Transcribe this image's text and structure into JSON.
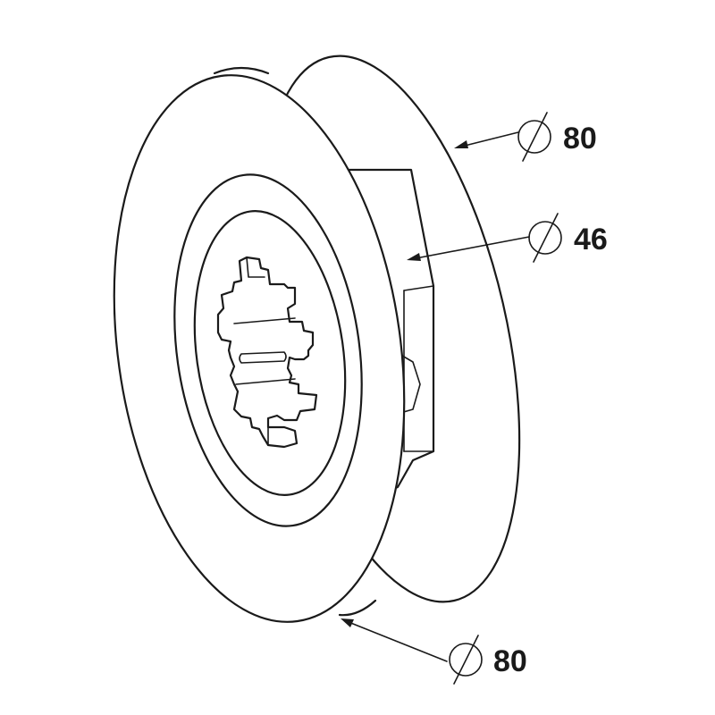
{
  "dimensions": {
    "outer_top": {
      "symbol": "⌀",
      "value": "80"
    },
    "hub": {
      "symbol": "⌀",
      "value": "46"
    },
    "outer_bottom": {
      "symbol": "⌀",
      "value": "80"
    }
  },
  "colors": {
    "line": "#1a1a1a",
    "background": "#ffffff"
  }
}
